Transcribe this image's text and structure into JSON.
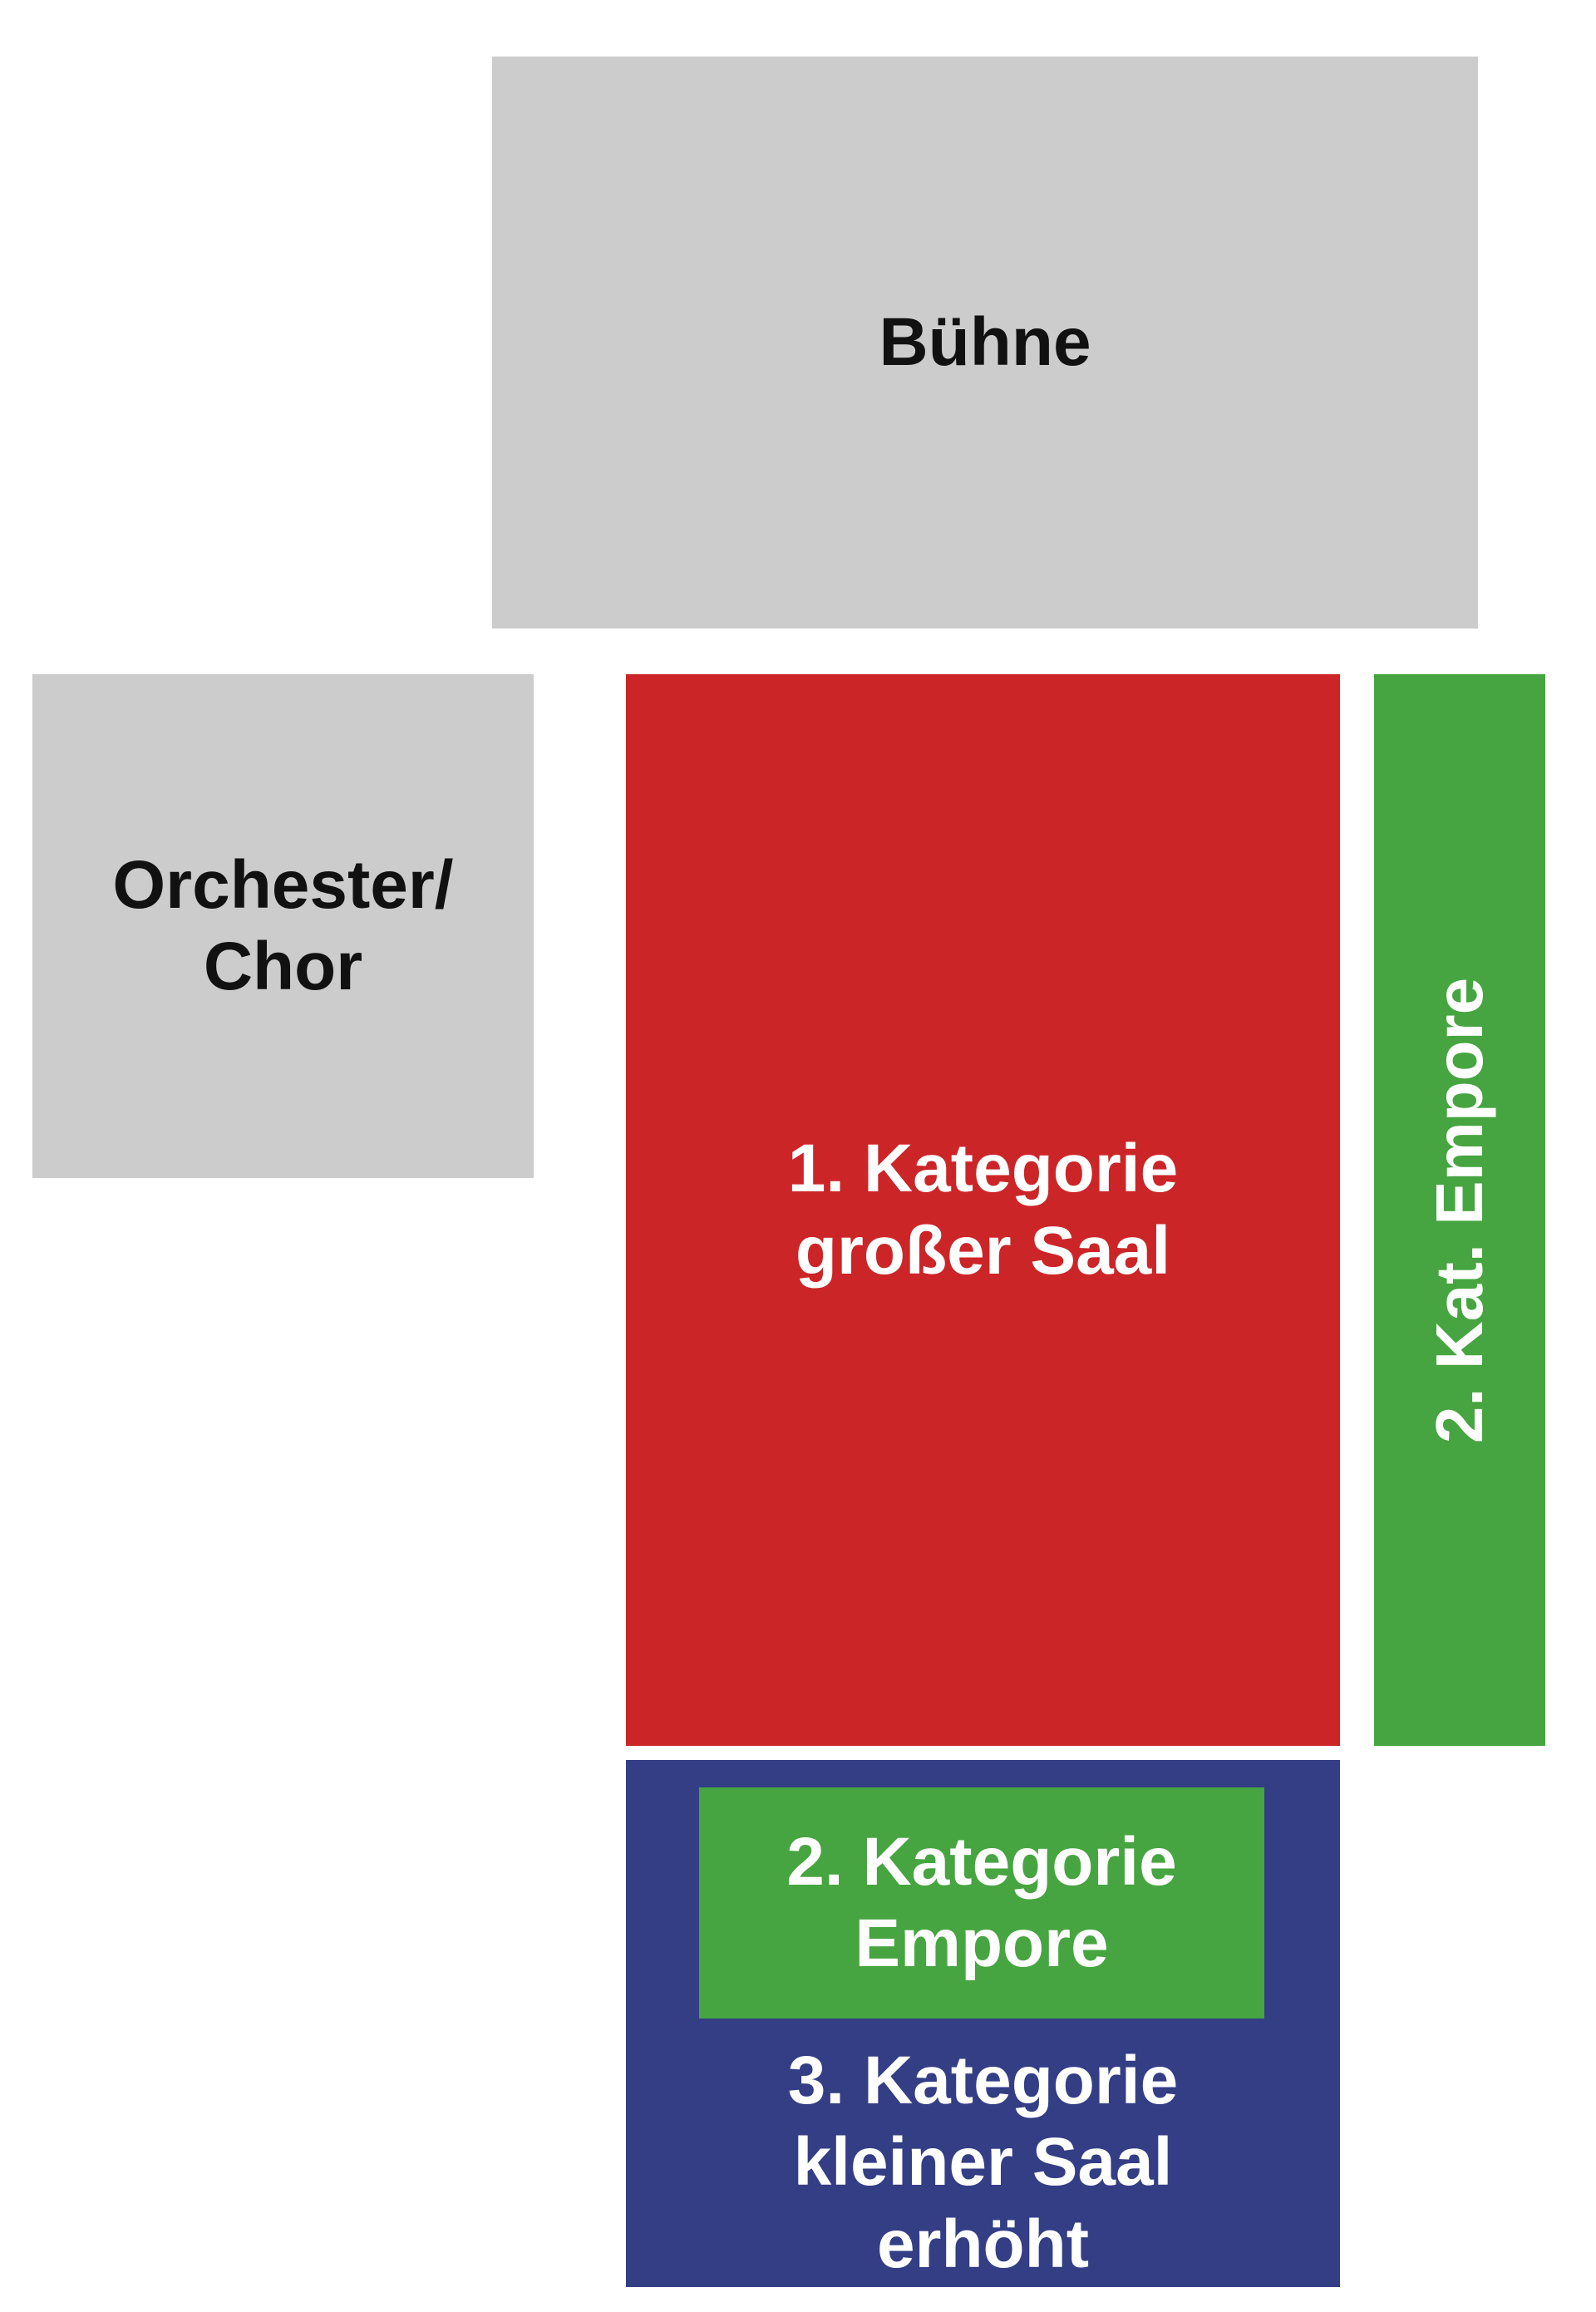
{
  "areas": {
    "stage": {
      "label": "Bühne",
      "color": "#cccccc"
    },
    "orchestra": {
      "lines": [
        "Orchester/",
        "Chor"
      ],
      "color": "#cccccc"
    },
    "category1": {
      "lines": [
        "1. Kategorie",
        "großer Saal"
      ],
      "color": "#cc2528"
    },
    "category2_side": {
      "label": "2. Kat. Empore",
      "color": "#46a540"
    },
    "category2_inner": {
      "lines": [
        "2. Kategorie",
        "Empore"
      ],
      "color": "#46a540"
    },
    "category3": {
      "lines": [
        "3. Kategorie",
        "kleiner Saal",
        "erhöht"
      ],
      "color": "#333e85"
    }
  }
}
